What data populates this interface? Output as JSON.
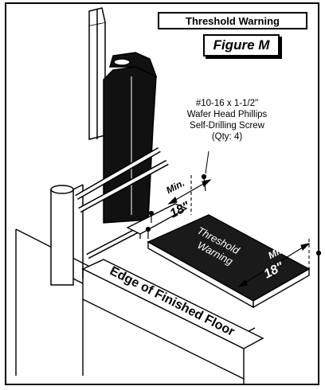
{
  "page_title": "Threshold Warning",
  "figure_label": "Figure M",
  "screw_callout": {
    "line1": "#10-16 x 1-1/2\"",
    "line2": "Wafer Head Phillips",
    "line3": "Self-Drilling Screw",
    "line4": "(Qty:  4)"
  },
  "mat_label": {
    "line1": "Threshold",
    "line2": "Warning"
  },
  "dimension_left": {
    "label": "Min.",
    "value": "18\""
  },
  "dimension_right": {
    "label": "Min.",
    "value": "18\""
  },
  "floor_edge_label": "Edge of Finished Floor",
  "colors": {
    "ink": "#000000",
    "mat": "#1a1a1a",
    "paper": "#ffffff"
  }
}
